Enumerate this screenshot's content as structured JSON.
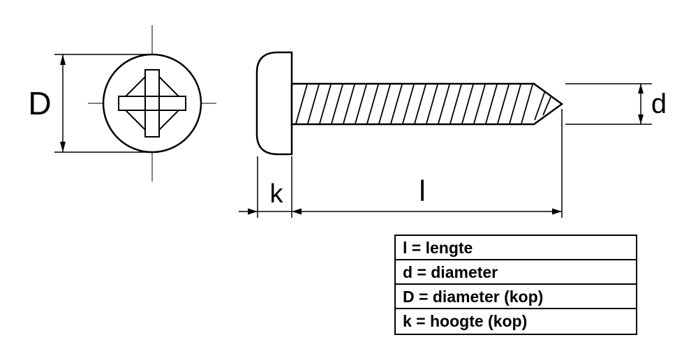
{
  "diagram": {
    "type": "technical-drawing",
    "subject": "pan-head phillips tapping screw",
    "dimension_labels": {
      "head_diameter_label": "D",
      "shank_diameter_label": "d",
      "head_height_label": "k",
      "length_label": "l"
    },
    "colors": {
      "line": "#000000",
      "background": "#ffffff"
    }
  },
  "legend": {
    "rows": [
      "l = lengte",
      "d = diameter",
      "D = diameter (kop)",
      "k = hoogte (kop)"
    ]
  }
}
